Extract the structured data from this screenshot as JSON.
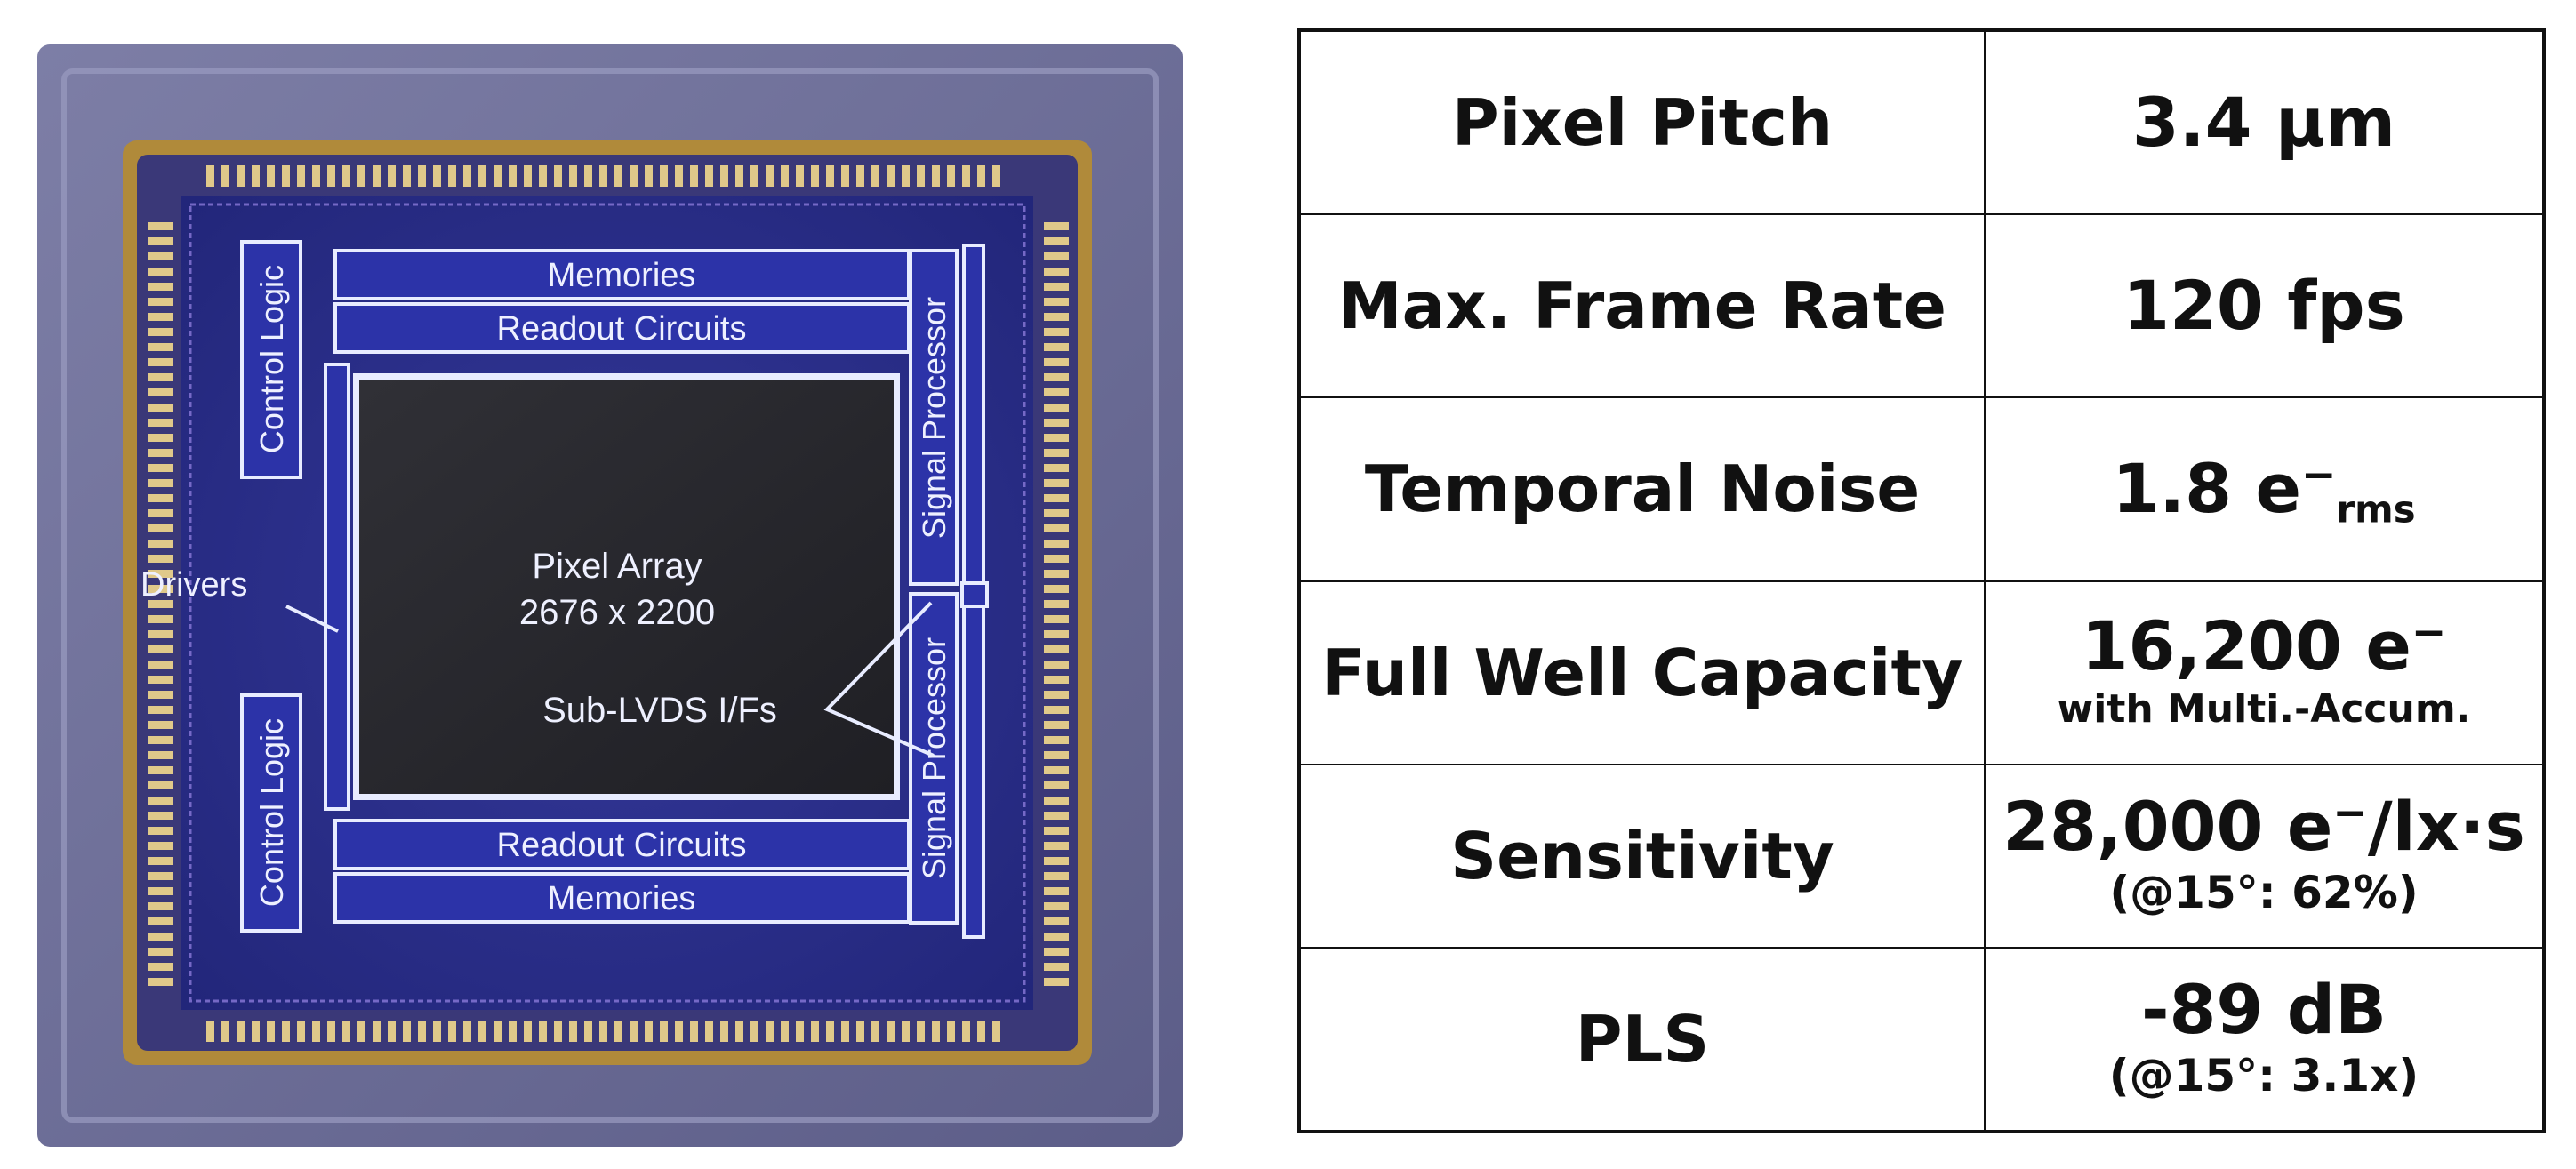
{
  "die": {
    "labels": {
      "memories_top": "Memories",
      "readout_top": "Readout Circuits",
      "readout_bottom": "Readout Circuits",
      "memories_bottom": "Memories",
      "control_logic_top": "Control Logic",
      "control_logic_bottom": "Control Logic",
      "signal_processor_top": "Signal Processor",
      "signal_processor_bottom": "Signal Processor",
      "drivers": "Drivers",
      "pixel_array": "Pixel Array",
      "pixel_array_size": "2676 x 2200",
      "sub_lvds": "Sub-LVDS I/Fs"
    },
    "colors": {
      "package": "#6e6e96",
      "die": "#2b2f8a",
      "pixel_array": "#2a2a2e",
      "pads": "#d9c07a",
      "outline": "#e8ecff"
    }
  },
  "specs": [
    {
      "param": "Pixel Pitch",
      "value": "3.4 µm"
    },
    {
      "param": "Max. Frame Rate",
      "value": "120 fps"
    },
    {
      "param": "Temporal Noise",
      "value_main": "1.8 e",
      "value_sup": "−",
      "value_sub": "rms"
    },
    {
      "param": "Full Well Capacity",
      "value_main": "16,200 e",
      "value_sup": "−",
      "note": "with Multi.-Accum."
    },
    {
      "param": "Sensitivity",
      "value_main": "28,000 e",
      "value_sup": "−",
      "value_tail": "/lx·s",
      "note": "(@15°: 62%)"
    },
    {
      "param": "PLS",
      "value": "-89 dB",
      "note": "(@15°: 3.1x)"
    }
  ]
}
